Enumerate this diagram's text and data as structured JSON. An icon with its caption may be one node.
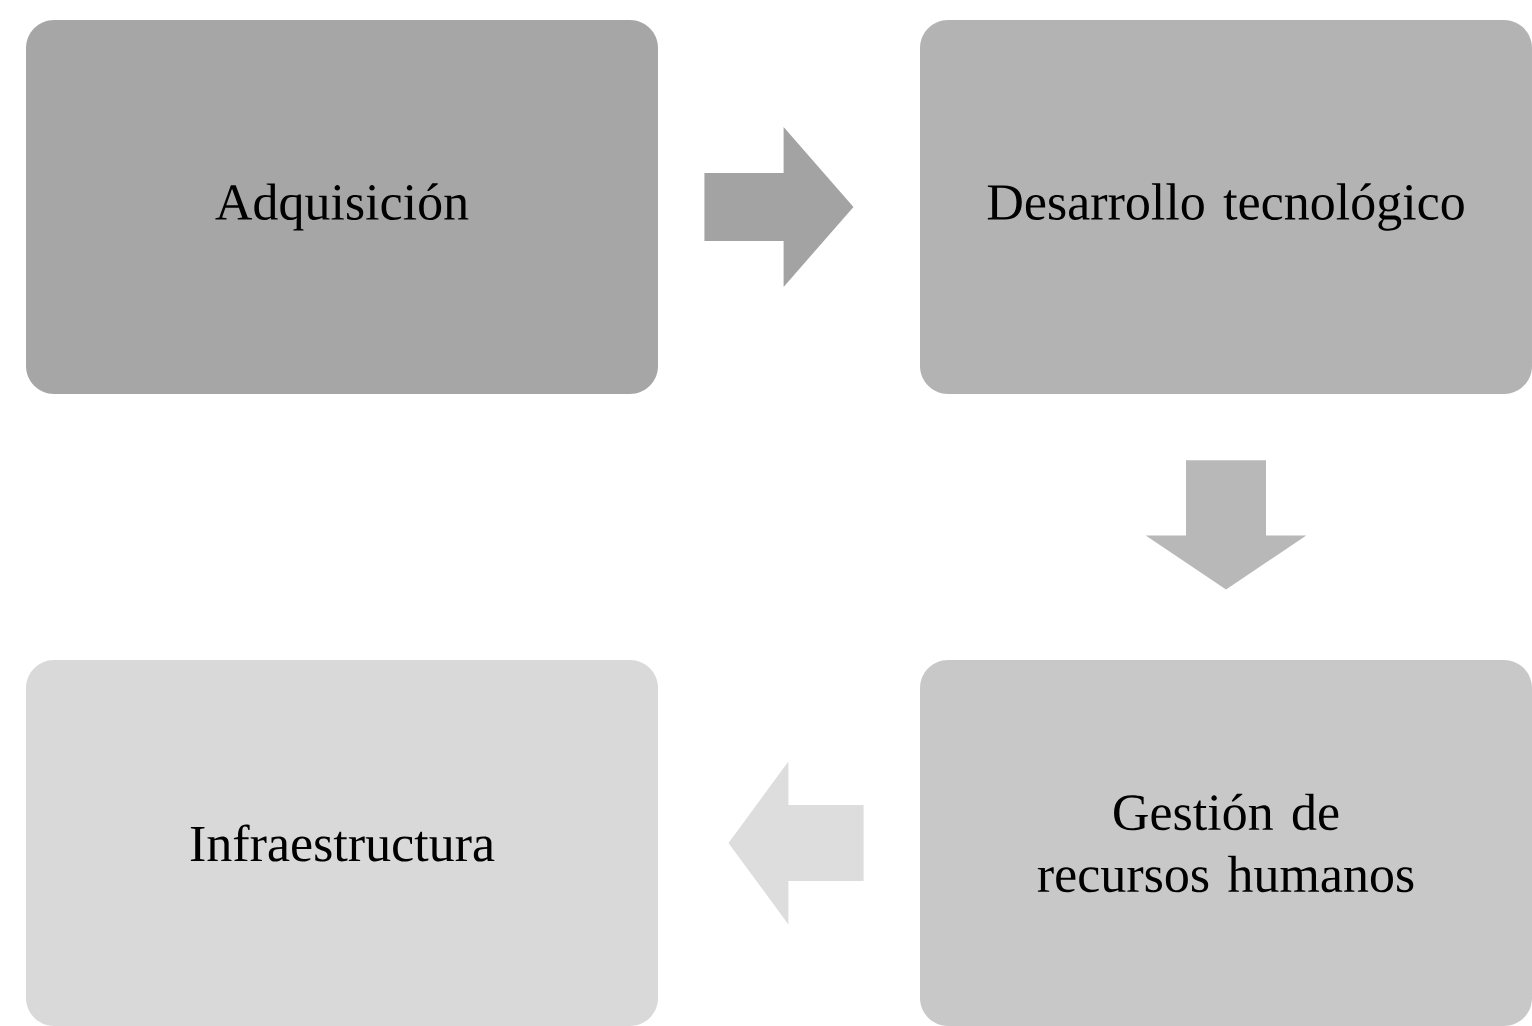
{
  "diagram": {
    "nodes": [
      {
        "text": [
          "Adquisición"
        ]
      },
      {
        "text": [
          "Desarrollo tecnológico"
        ]
      },
      {
        "text": [
          "Gestión de recursos humanos"
        ]
      },
      {
        "text": [
          "Infraestructura"
        ]
      }
    ],
    "edges": [
      {
        "from": 0,
        "to": 1,
        "arrow": "to"
      },
      {
        "from": 1,
        "to": 2,
        "arrow": "to"
      },
      {
        "from": 2,
        "to": 3,
        "arrow": "to"
      }
    ]
  }
}
